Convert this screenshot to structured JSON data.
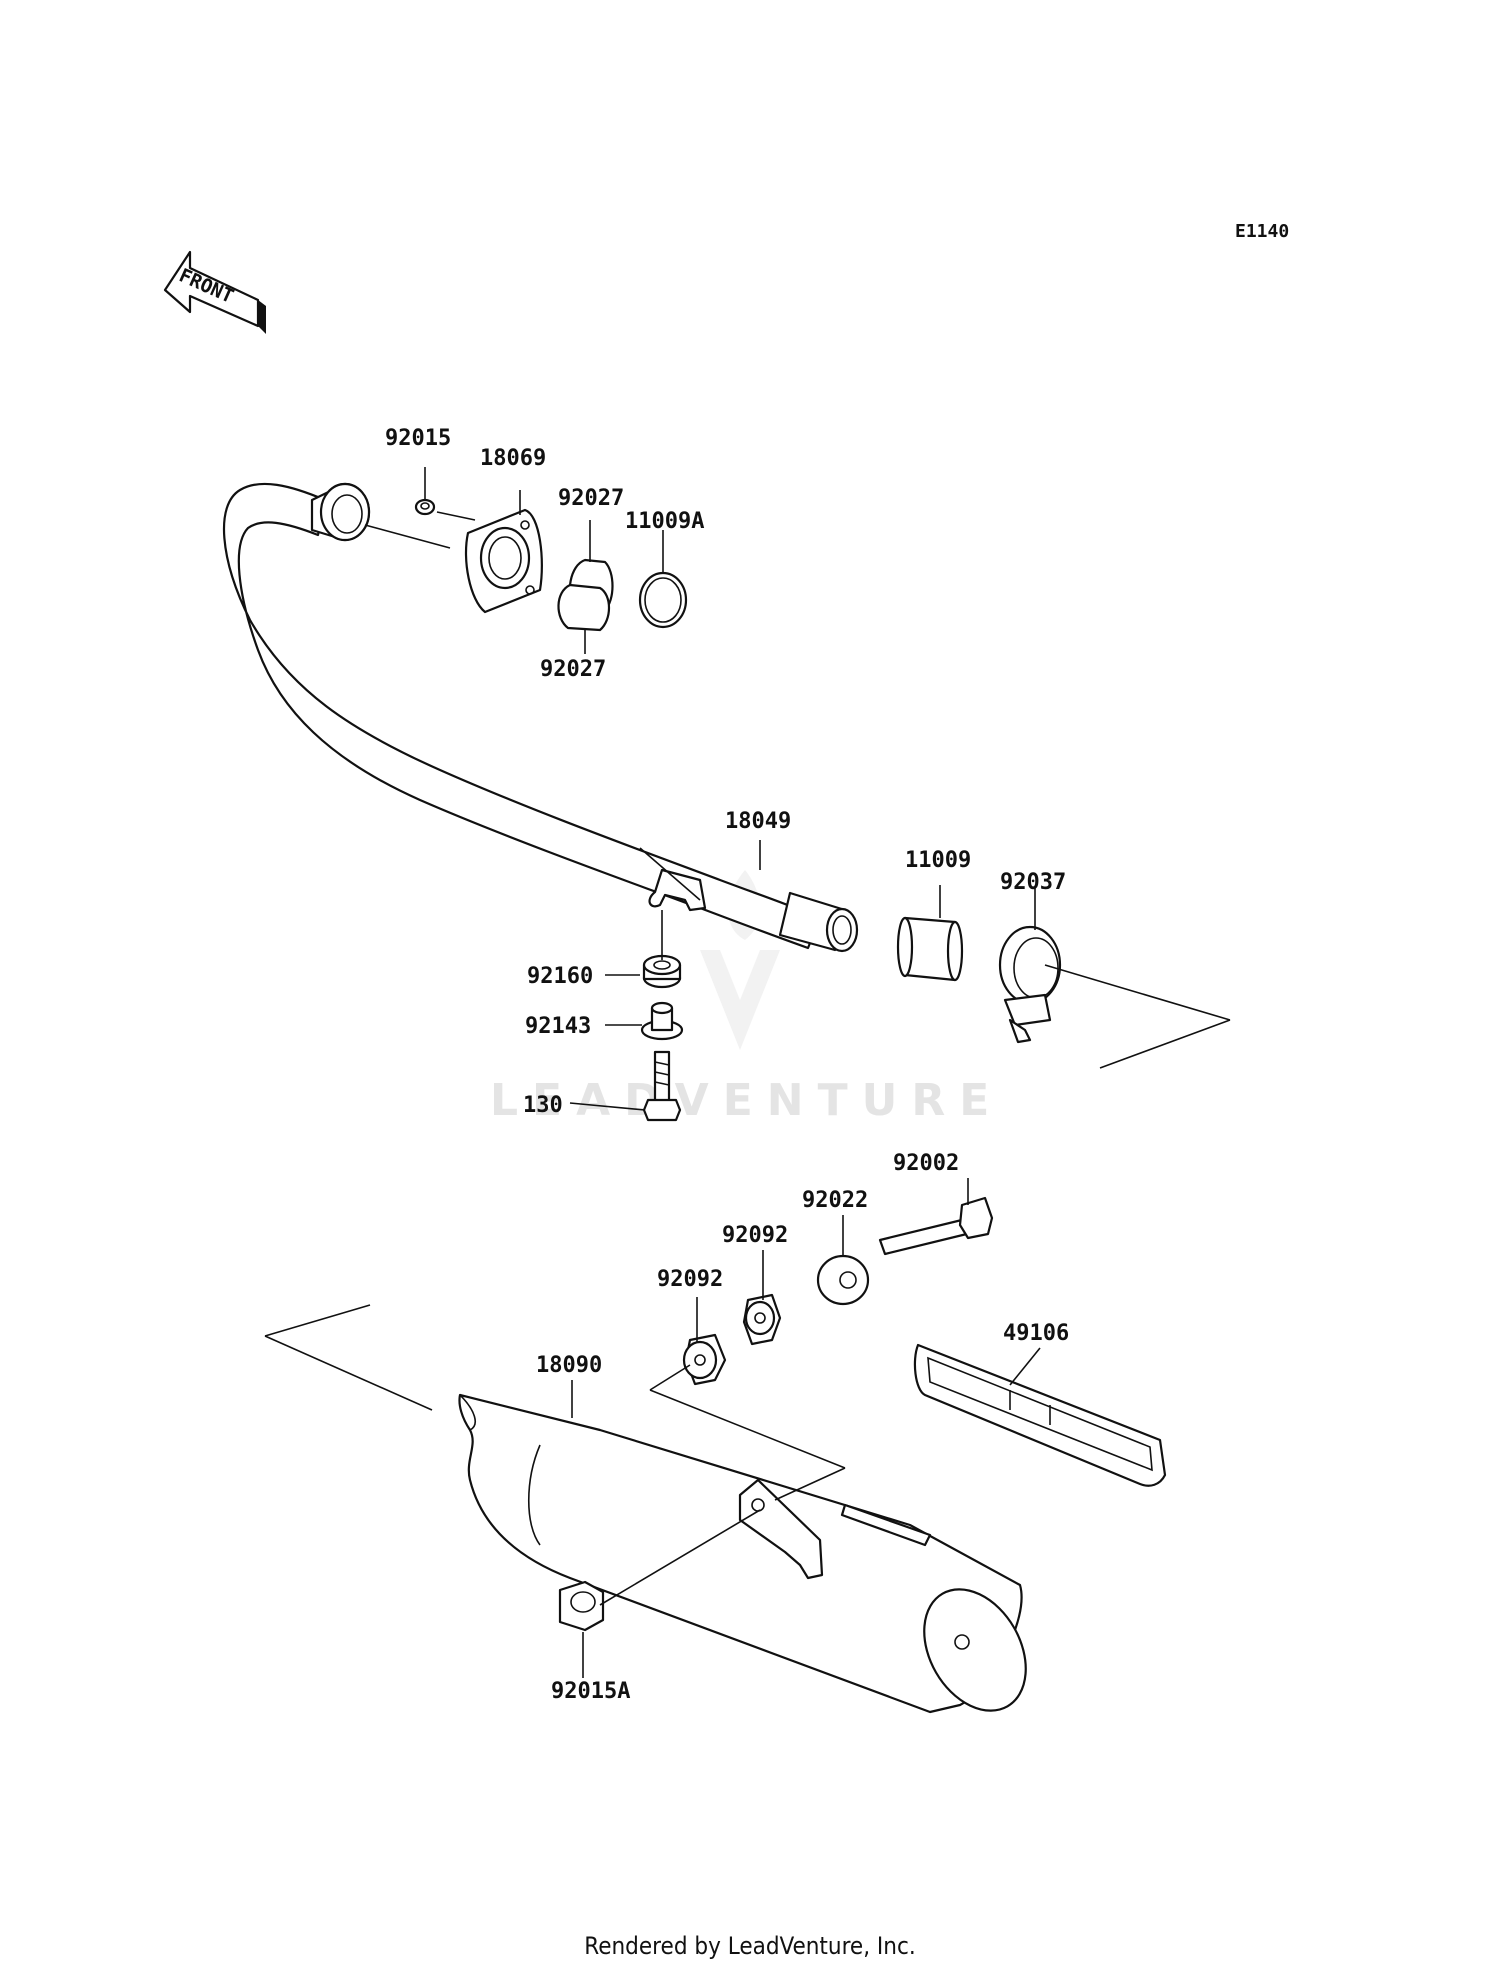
{
  "diagram_code": "E1140",
  "front_indicator": "FRONT",
  "watermark": "LEADVENTURE",
  "footer": "Rendered by LeadVenture, Inc.",
  "parts": {
    "nut_92015": "92015",
    "holder_18069": "18069",
    "collar_92027_top": "92027",
    "gasket_11009A": "11009A",
    "collar_92027_bottom": "92027",
    "pipe_18049": "18049",
    "gasket_11009": "11009",
    "clamp_92037": "92037",
    "damper_92160": "92160",
    "collar_92143": "92143",
    "bolt_130": "130",
    "bolt_92002": "92002",
    "washer_92022": "92022",
    "damper_92092_upper": "92092",
    "damper_92092_lower": "92092",
    "cover_49106": "49106",
    "muffler_18090": "18090",
    "nut_92015A": "92015A"
  }
}
